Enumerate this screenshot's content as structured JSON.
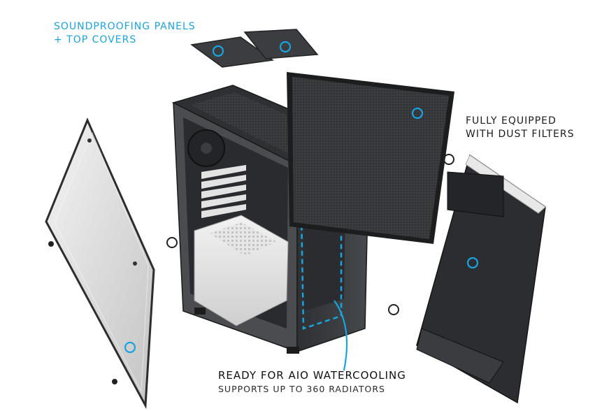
{
  "captions": {
    "soundproofing": {
      "line1": "SOUNDPROOFING PANELS",
      "line2": "+ TOP COVERS"
    },
    "dust_filters": {
      "line1": "FULLY EQUIPPED",
      "line2": "WITH DUST FILTERS"
    },
    "watercooling": {
      "line1": "READY FOR AIO WATERCOOLING",
      "line2": "SUPPORTS UP TO 360 RADIATORS"
    }
  },
  "colors": {
    "accent": "#1aa3df",
    "case_dark": "#2a2c2f",
    "case_white": "#e8e8e8",
    "background": "#ffffff"
  }
}
